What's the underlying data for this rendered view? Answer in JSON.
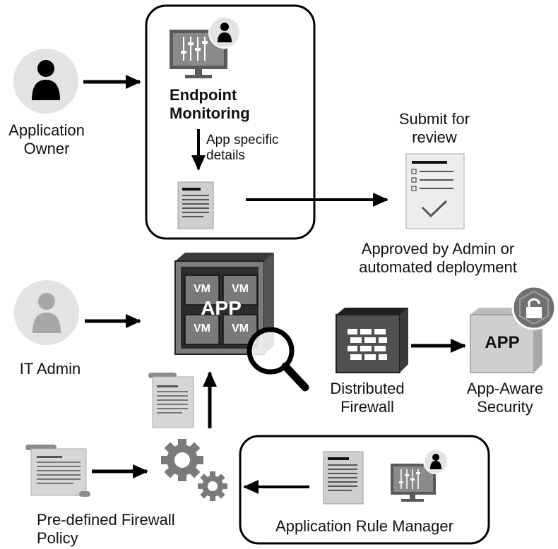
{
  "actors": {
    "application_owner": "Application\nOwner",
    "it_admin": "IT Admin"
  },
  "endpoint_monitoring": {
    "title": "Endpoint\nMonitoring",
    "flow_label": "App specific\ndetails"
  },
  "review": {
    "submit_label": "Submit for\nreview",
    "approval_label": "Approved by Admin or\nautomated deployment"
  },
  "app_cluster": {
    "overlay_label": "APP",
    "vm_label": "VM"
  },
  "firewall": {
    "label": "Distributed\nFirewall"
  },
  "app_security": {
    "box_label": "APP",
    "label": "App-Aware\nSecurity"
  },
  "policy": {
    "label": "Pre-defined Firewall\nPolicy"
  },
  "rule_manager": {
    "label": "Application Rule Manager"
  }
}
